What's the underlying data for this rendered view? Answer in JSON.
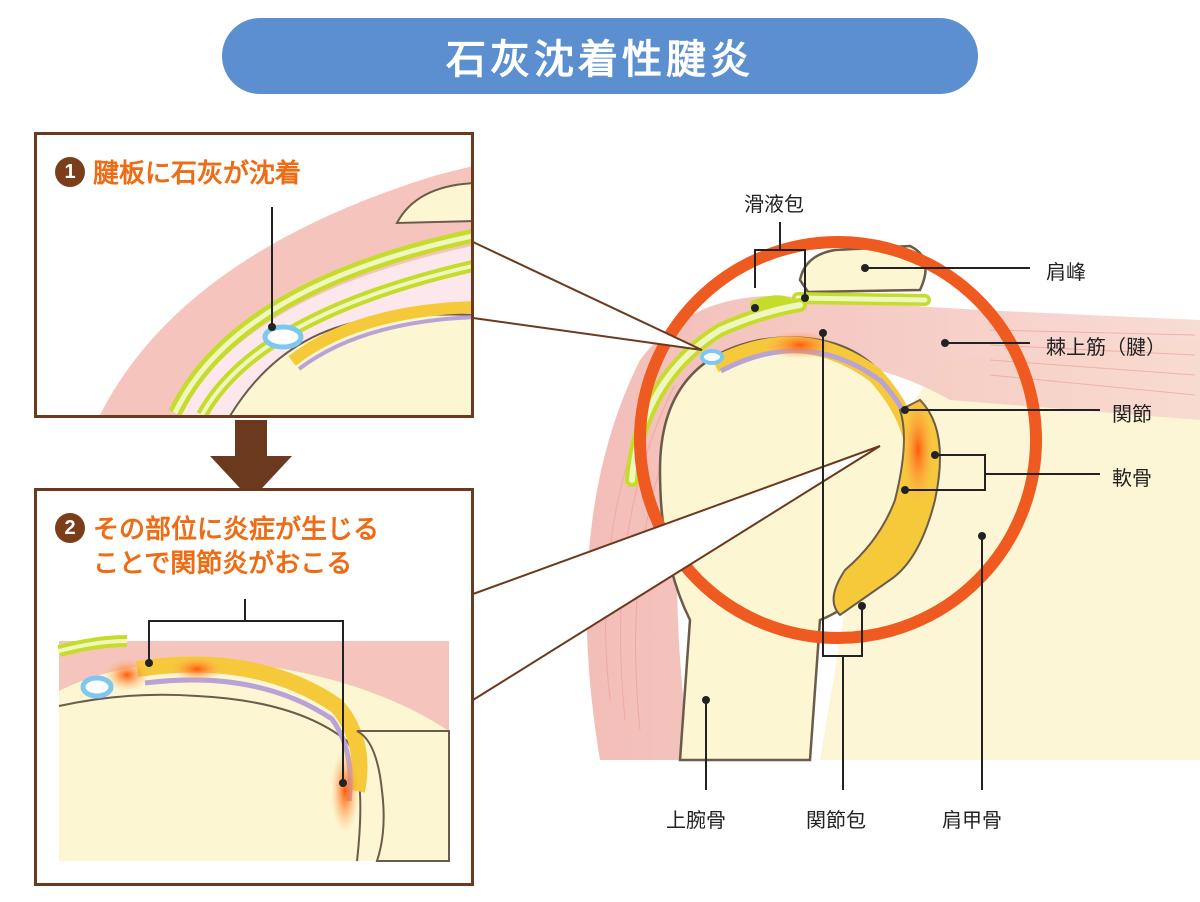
{
  "title": "石灰沈着性腱炎",
  "steps": [
    {
      "number": "1",
      "text": "腱板に石灰が沈着"
    },
    {
      "number": "2",
      "text": "その部位に炎症が生じる\nことで関節炎がおこる"
    }
  ],
  "labels": {
    "bursa": "滑液包",
    "acromion": "肩峰",
    "supraspinatus": "棘上筋（腱）",
    "joint": "関節",
    "cartilage": "軟骨",
    "humerus": "上腕骨",
    "joint_capsule": "関節包",
    "scapula": "肩甲骨"
  },
  "colors": {
    "title_bg": "#5b8fd0",
    "step_text": "#ec6d16",
    "panel_border": "#6b3a1e",
    "highlight_ring": "#ee5a1f",
    "tendon_green": "#c6dc2b",
    "bone": "#fdf6cf",
    "muscle": "#f1b9b4"
  }
}
